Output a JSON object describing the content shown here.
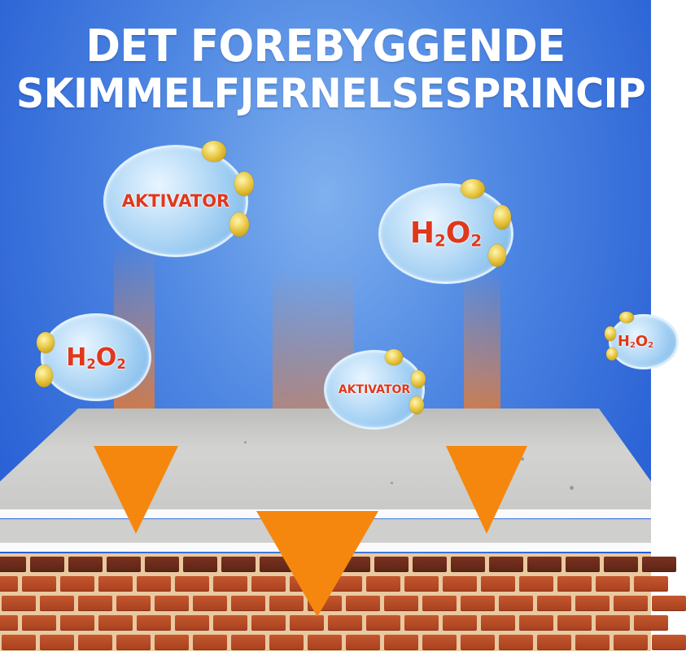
{
  "title": {
    "line1": "DET FOREBYGGENDE",
    "line2": "SKIMMELFJERNELSESPRINCIP"
  },
  "bubbles": [
    {
      "id": "activator-large",
      "label": "AKTIVATOR"
    },
    {
      "id": "h2o2-top-right",
      "label_main": "H",
      "label_sub": "2",
      "label_mid": "O",
      "label_sub2": "2"
    },
    {
      "id": "h2o2-left",
      "label_main": "H",
      "label_sub": "2",
      "label_mid": "O",
      "label_sub2": "2"
    },
    {
      "id": "activator-small",
      "label": "AKTIVATOR"
    },
    {
      "id": "h2o2-edge",
      "label_main": "H",
      "label_sub": "2",
      "label_mid": "O",
      "label_sub2": "2"
    }
  ],
  "layers": {
    "surface": "concrete slab",
    "base": "brick wall"
  },
  "colors": {
    "background": "#3a73dc",
    "arrow": "#f5870f",
    "label": "#e0381c",
    "brick": "#b54a25"
  }
}
